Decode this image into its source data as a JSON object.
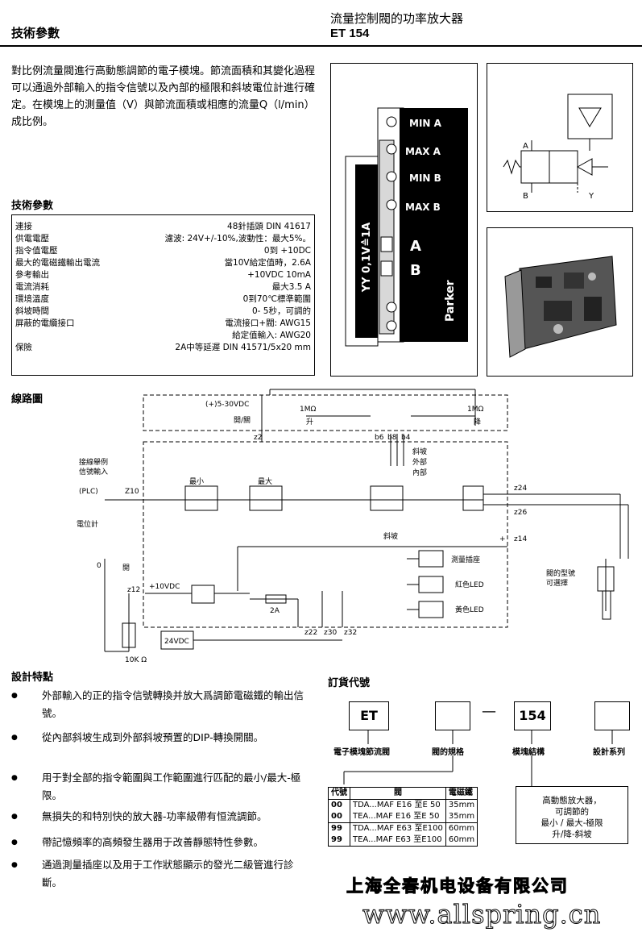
{
  "header": {
    "left_title": "技術參數",
    "right_title": "流量控制閥的功率放大器",
    "product_code": "ET 154"
  },
  "intro": "對比例流量閥進行高動態調節的電子模塊。節流面積和其變化過程可以通過外部輸入的指令信號以及內部的極限和斜坡電位計進行確定。在模塊上的測量值（V）與節流面積或相應的流量Q（l/min）成比例。",
  "specs": {
    "title": "技術參數",
    "rows": [
      {
        "label": "連接",
        "value": "48針插頭 DIN 41617"
      },
      {
        "label": "供電電壓",
        "value": "濾波: 24V+/-10%,波動性：最大5%。"
      },
      {
        "label": "指令值電壓",
        "value": "0到 +10DC"
      },
      {
        "label": "最大的電磁鐵輸出電流",
        "value": "當10V給定值時，2.6A"
      },
      {
        "label": "參考輸出",
        "value": "+10VDC 10mA"
      },
      {
        "label": "電流消耗",
        "value": "最大3.5 A"
      },
      {
        "label": "環境溫度",
        "value": "0到70℃標準範圍"
      },
      {
        "label": "斜坡時間",
        "value": "0- 5秒，可調的"
      },
      {
        "label": "屏蔽的電纜接口",
        "value": "電流接口+閥: AWG15"
      },
      {
        "label": "",
        "value": "給定值輸入: AWG20"
      },
      {
        "label": "保險",
        "value": "2A中等延遲 DIN 41571/5x20 mm"
      }
    ]
  },
  "panel": {
    "labels": [
      "MIN A",
      "MAX A",
      "MIN B",
      "MAX B",
      "A",
      "B"
    ],
    "side_label": "YY 0,1V≙1A",
    "brand": "Parker"
  },
  "valve_symbol": {
    "ports": [
      "A",
      "B",
      "Y"
    ]
  },
  "circuit": {
    "title": "線路圖",
    "labels": {
      "supply": "(+)5-30VDC",
      "onoff": "開/關",
      "r_up": "1MΩ",
      "up": "升",
      "r_down": "1MΩ",
      "down": "降",
      "z2": "z2",
      "b6": "b6",
      "b8": "b8",
      "b4": "b4",
      "ramp_ext": "斜坡",
      "ramp_ext2": "外部",
      "ramp_ext3": "內部",
      "input_example1": "接線舉例",
      "input_example2": "信號輸入",
      "plc": "(PLC)",
      "z10": "Z10",
      "min": "最小",
      "max": "最大",
      "pot": "電位計",
      "ramp": "斜坡",
      "z24": "z24",
      "z26": "z26",
      "plus": "+",
      "z14": "z14",
      "meas": "測量插座",
      "red_led": "紅色LED",
      "yellow_led": "黃色LED",
      "valve_note1": "閥的型號",
      "valve_note2": "可選擇",
      "zero": "0",
      "open": "開",
      "z12": "z12",
      "ref": "+10VDC",
      "fuse": "2A",
      "v24": "24VDC",
      "z22": "z22",
      "z30": "z30",
      "z32": "z32",
      "k10": "10K Ω"
    }
  },
  "features": {
    "title": "設計特點",
    "items": [
      "外部輸入的正的指令信號轉換并放大爲調節電磁鐵的輸出信號。",
      "從內部斜坡生成到外部斜坡預置的DIP-轉換開關。",
      "用于對全部的指令範圍與工作範圍進行匹配的最小/最大-極限。",
      "無損失的和特別快的放大器-功率級帶有恒流調節。",
      "帶記憶頻率的高頻發生器用于改善靜態特性參數。",
      "通過測量插座以及用于工作狀態顯示的發光二級管進行診斷。"
    ]
  },
  "ordering": {
    "title": "訂貨代號",
    "box1": "ET",
    "box2": "",
    "dash": "—",
    "box3": "154",
    "box4": "",
    "label1": "電子模塊節流閥",
    "label2": "閥的規格",
    "label3": "模塊結構",
    "label4": "設計系列",
    "table_headers": [
      "代號",
      "閥",
      "電磁鐵"
    ],
    "table_rows": [
      [
        "00",
        "TDA...MAF E16 至E 50",
        "35mm"
      ],
      [
        "00",
        "TEA...MAF E16 至E 50",
        "35mm"
      ],
      [
        "99",
        "TDA...MAF E63 至E100",
        "60mm"
      ],
      [
        "99",
        "TEA...MAF E63 至E100",
        "60mm"
      ]
    ],
    "structure_note": [
      "高動態放大器，",
      "可調節的",
      "最小 / 最大-極限",
      "升/降-斜坡"
    ]
  },
  "watermark": {
    "company": "上海全春机电设备有限公司",
    "url": "www.allspring.cn"
  }
}
